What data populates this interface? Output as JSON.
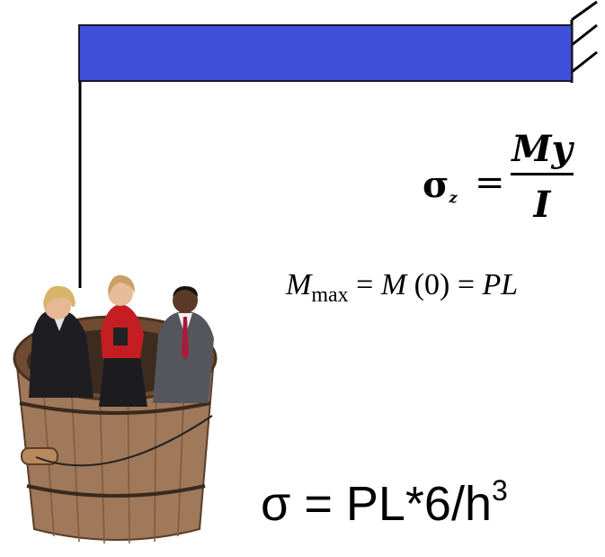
{
  "formulas": {
    "bending_stress": {
      "lhs_symbol": "σ",
      "lhs_subscript": "z",
      "equals": "=",
      "numerator": "My",
      "denominator": "I"
    },
    "max_moment": {
      "M": "M",
      "subscript": "max",
      "rest": " = ",
      "M2": "M",
      "arg": " (0) = ",
      "PL": "PL"
    },
    "sigma_result": {
      "text": "σ = PL*6/h",
      "exponent": "3"
    }
  },
  "colors": {
    "beam": "#3f4fd9",
    "beam_outline": "#1a1a2e",
    "line": "#000000"
  }
}
